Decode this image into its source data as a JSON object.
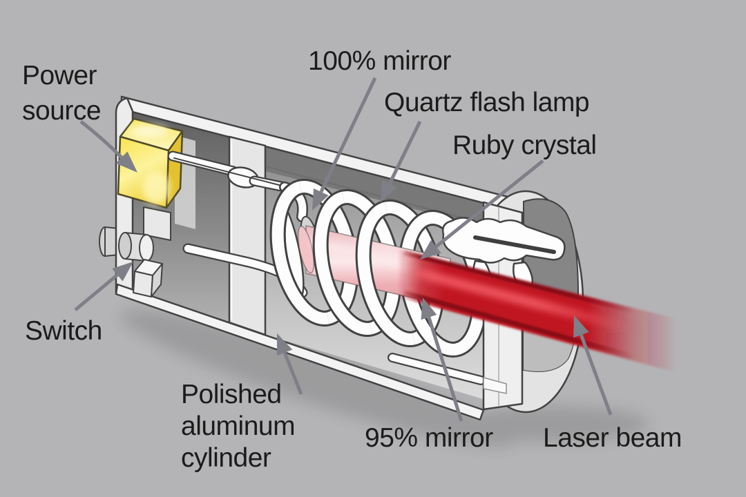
{
  "diagram": {
    "labels": {
      "power_source": "Power\nsource",
      "mirror_100": "100% mirror",
      "quartz_flash_lamp": "Quartz flash lamp",
      "ruby_crystal": "Ruby crystal",
      "switch": "Switch",
      "polished_aluminum_cylinder": "Polished\naluminum\ncylinder",
      "mirror_95": "95% mirror",
      "laser_beam": "Laser beam"
    }
  },
  "colors": {
    "background": "#b4b4b6",
    "text": "#1b1b1b",
    "leader": "#7f7f88",
    "outline": "#424242",
    "laser_red": "#c01622",
    "laser_red_dark": "#7a0c13",
    "laser_highlight": "#ff6b74",
    "ruby_pink": "#f0b3b9",
    "power_yellow": "#f4dc42",
    "housing_light": "#ededed",
    "interior_dark": "#7a7a7a",
    "lamp_white": "#fdfdfd"
  }
}
